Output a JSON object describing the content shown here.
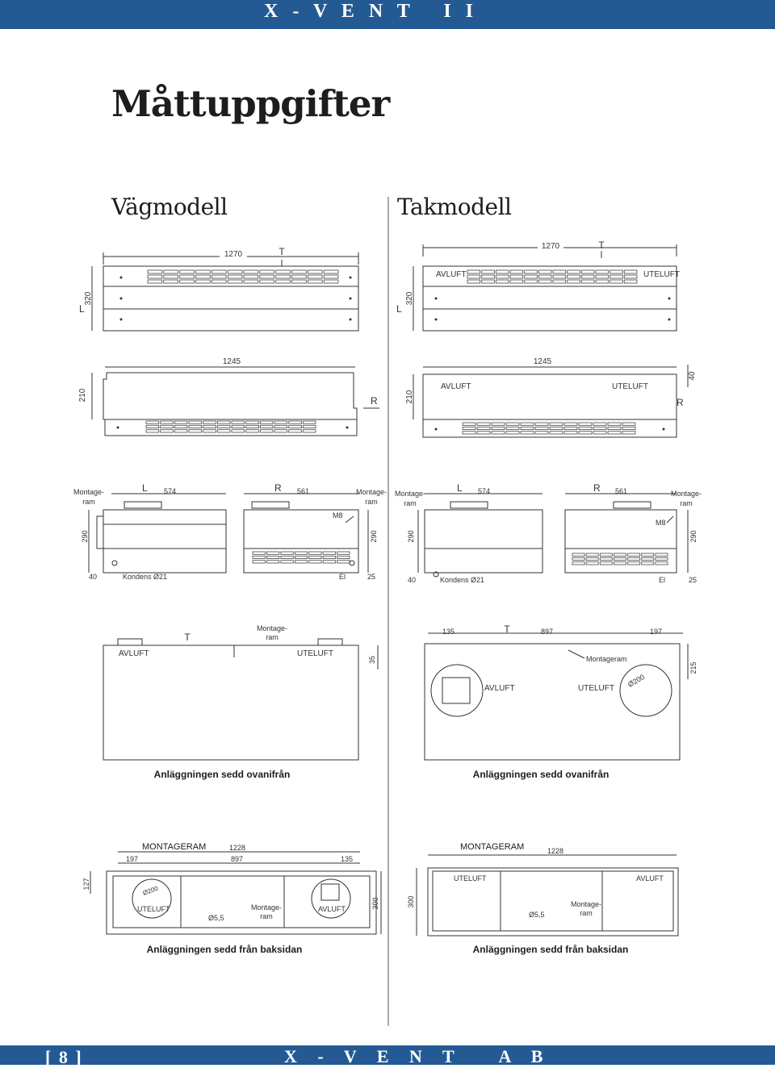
{
  "header": {
    "brand": "X - V E N T   I I"
  },
  "title": "Måttuppgifter",
  "sections": {
    "wall": "Vägmodell",
    "ceiling": "Takmodell"
  },
  "labels": {
    "L": "L",
    "R": "R",
    "T": "T",
    "avluft": "AVLUFT",
    "uteluft": "UTELUFT",
    "montage_line1": "Montage-",
    "montage_line2": "ram",
    "montageram": "Montageram",
    "montageram_caps": "MONTAGERAM",
    "m8": "M8",
    "el": "El",
    "kondens": "Kondens Ø21",
    "d200": "Ø200",
    "d55": "Ø5,5",
    "caption_top": "Anläggningen sedd ovanifrån",
    "caption_back": "Anläggningen sedd från baksidan"
  },
  "dims": {
    "d1270": "1270",
    "d1245": "1245",
    "d320": "320",
    "d210": "210",
    "d40": "40",
    "d574": "574",
    "d561": "561",
    "d290": "290",
    "d25": "25",
    "d135": "135",
    "d897": "897",
    "d197": "197",
    "d215": "215",
    "d35": "35",
    "d1228": "1228",
    "d127": "127",
    "d300": "300"
  },
  "footer": {
    "page": "[ 8 ]",
    "company": "X - V E N T   A B"
  }
}
